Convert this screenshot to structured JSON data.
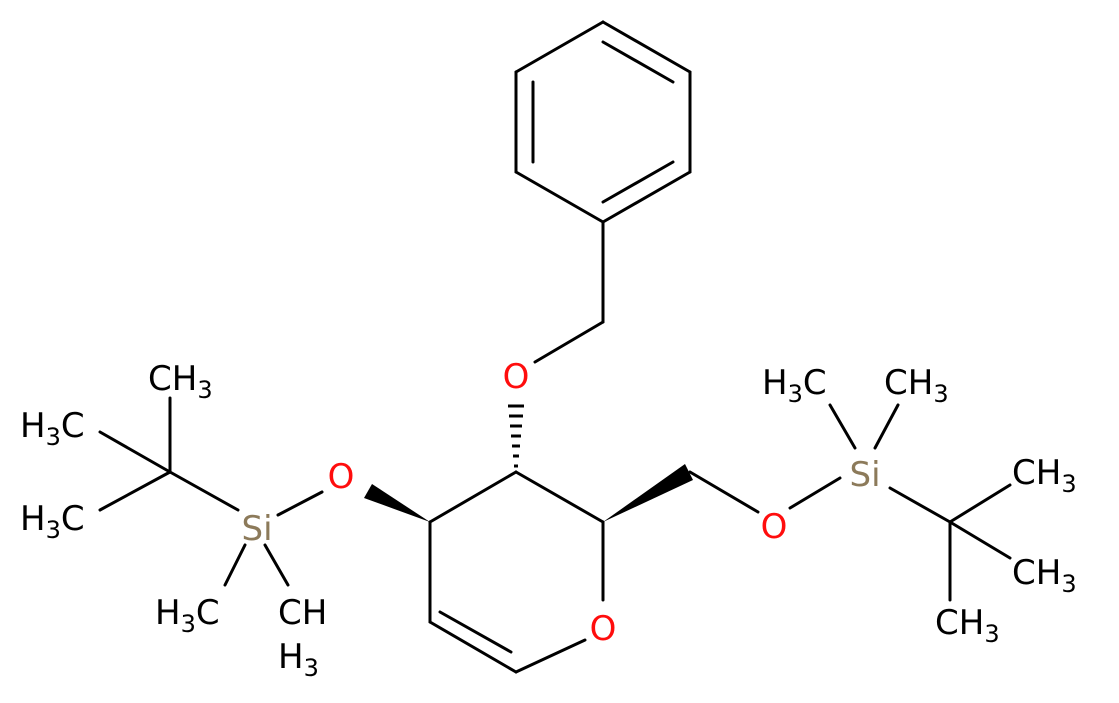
{
  "molecule": {
    "atoms": {
      "O_ring": "O",
      "O_benzyl": "O",
      "O_left": "O",
      "O_right": "O",
      "Si_left": "Si",
      "Si_right": "Si"
    },
    "groups": {
      "left_tbu_top": [
        "CH",
        "3"
      ],
      "left_tbu_upper": [
        "H",
        "3",
        "C"
      ],
      "left_tbu_lower": [
        "H",
        "3",
        "C"
      ],
      "left_si_methyl_a": [
        "H",
        "3",
        "C"
      ],
      "left_si_methyl_b_top": "CH",
      "left_si_methyl_b_bottom": [
        "H",
        "3"
      ],
      "right_si_methyl_a": [
        "H",
        "3",
        "C"
      ],
      "right_si_methyl_b": [
        "CH",
        "3"
      ],
      "right_tbu_top": [
        "CH",
        "3"
      ],
      "right_tbu_mid": [
        "CH",
        "3"
      ],
      "right_tbu_bottom": [
        "CH",
        "3"
      ]
    },
    "colors": {
      "bond": "#000000",
      "oxygen": "#ff0d0d",
      "silicon": "#8c7a5a",
      "carbon_label": "#000000"
    }
  }
}
